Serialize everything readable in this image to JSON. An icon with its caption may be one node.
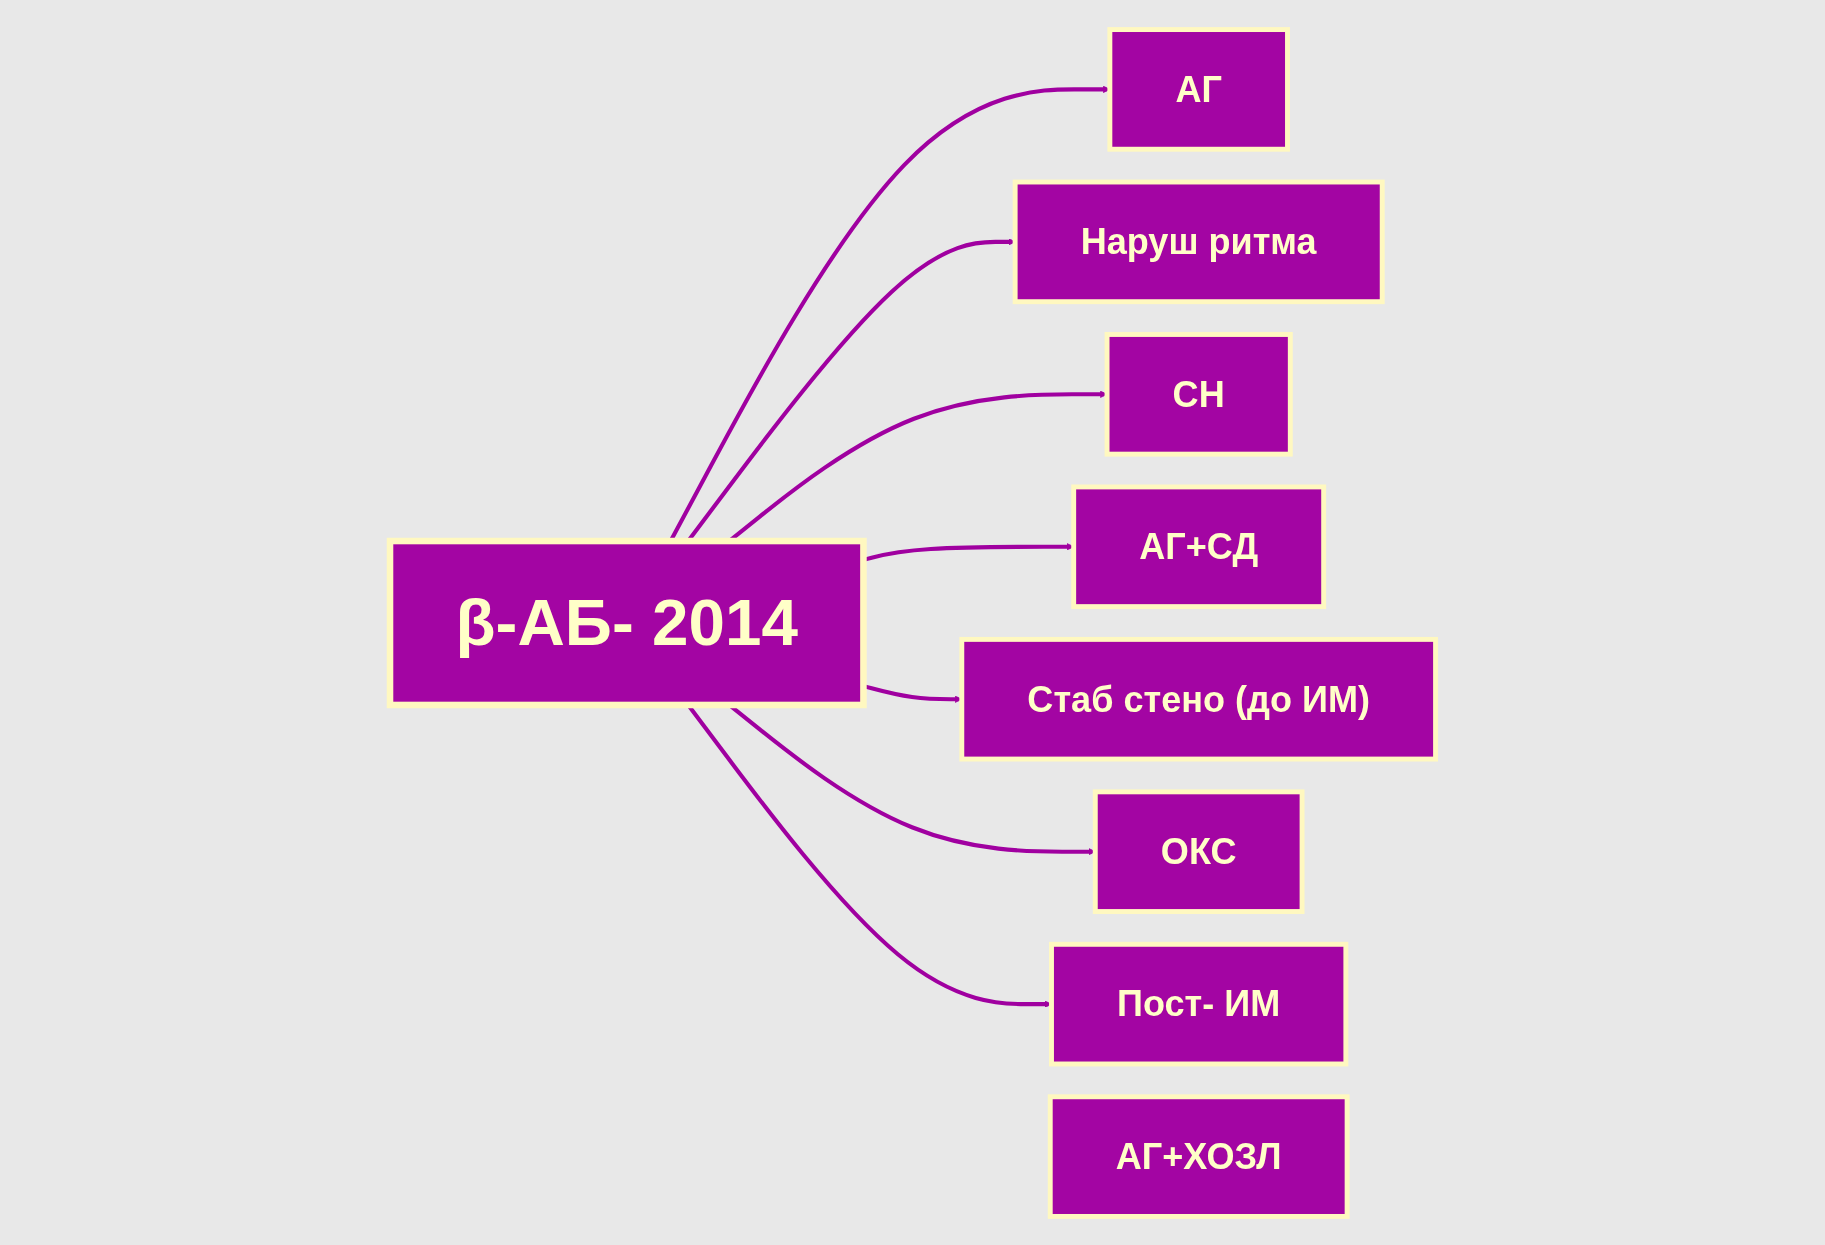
{
  "diagram": {
    "nodes": [
      {
        "text": [
          "АГ"
        ]
      },
      {
        "text": [
          "АГ+СД"
        ]
      },
      {
        "text": [
          "Стаб стено (до ИМ)"
        ]
      },
      {
        "text": [
          "Наруш ритма"
        ]
      },
      {
        "text": [
          "β-АБ- 2014"
        ]
      },
      {
        "text": [
          "ОКС"
        ]
      },
      {
        "text": [
          "СН"
        ]
      },
      {
        "text": [
          "Пост- ИМ"
        ]
      },
      {
        "text": [
          "АГ+ХОЗЛ"
        ]
      }
    ],
    "edges": [
      {
        "from": 4,
        "to": 0,
        "arrow": "to"
      },
      {
        "from": 4,
        "to": 3,
        "arrow": "to"
      },
      {
        "from": 4,
        "to": 6,
        "arrow": "to"
      },
      {
        "from": 4,
        "to": 1,
        "arrow": "to"
      },
      {
        "from": 4,
        "to": 2,
        "arrow": "to"
      },
      {
        "from": 4,
        "to": 5,
        "arrow": "to"
      },
      {
        "from": 4,
        "to": 7,
        "arrow": "to"
      }
    ]
  }
}
